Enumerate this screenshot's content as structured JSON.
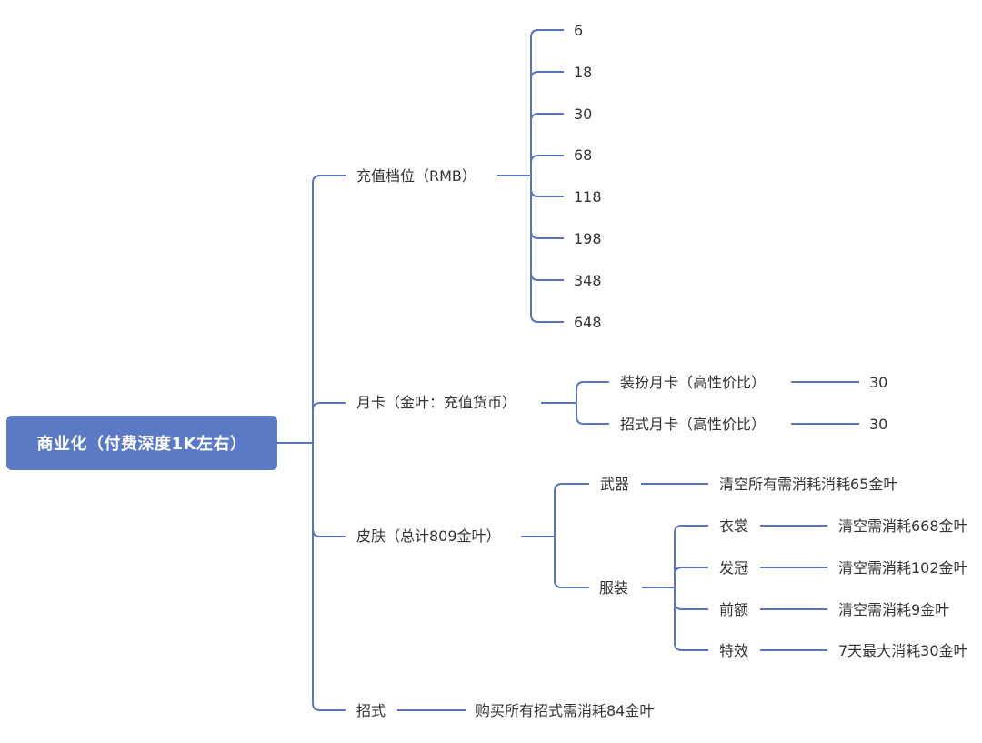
{
  "colors": {
    "root_fill": "#5a7ac6",
    "root_text": "#ffffff",
    "line": "#5b74bb",
    "text": "#333333",
    "background": "#ffffff"
  },
  "root": {
    "label": "商业化（付费深度1K左右）"
  },
  "branches": {
    "recharge": {
      "label": "充值档位（RMB）",
      "tiers": [
        "6",
        "18",
        "30",
        "68",
        "118",
        "198",
        "348",
        "648"
      ]
    },
    "monthly_card": {
      "label": "月卡（金叶：充值货币）",
      "children": [
        {
          "label": "装扮月卡（高性价比）",
          "value": "30"
        },
        {
          "label": "招式月卡（高性价比）",
          "value": "30"
        }
      ]
    },
    "skins": {
      "label": "皮肤（总计809金叶）",
      "weapon": {
        "label": "武器",
        "value": "清空所有需消耗消耗65金叶"
      },
      "clothing": {
        "label": "服装",
        "children": [
          {
            "label": "衣裳",
            "value": "清空需消耗668金叶"
          },
          {
            "label": "发冠",
            "value": "清空需消耗102金叶"
          },
          {
            "label": "前额",
            "value": "清空需消耗9金叶"
          },
          {
            "label": "特效",
            "value": "7天最大消耗30金叶"
          }
        ]
      }
    },
    "moves": {
      "label": "招式",
      "value": "购买所有招式需消耗84金叶"
    }
  }
}
